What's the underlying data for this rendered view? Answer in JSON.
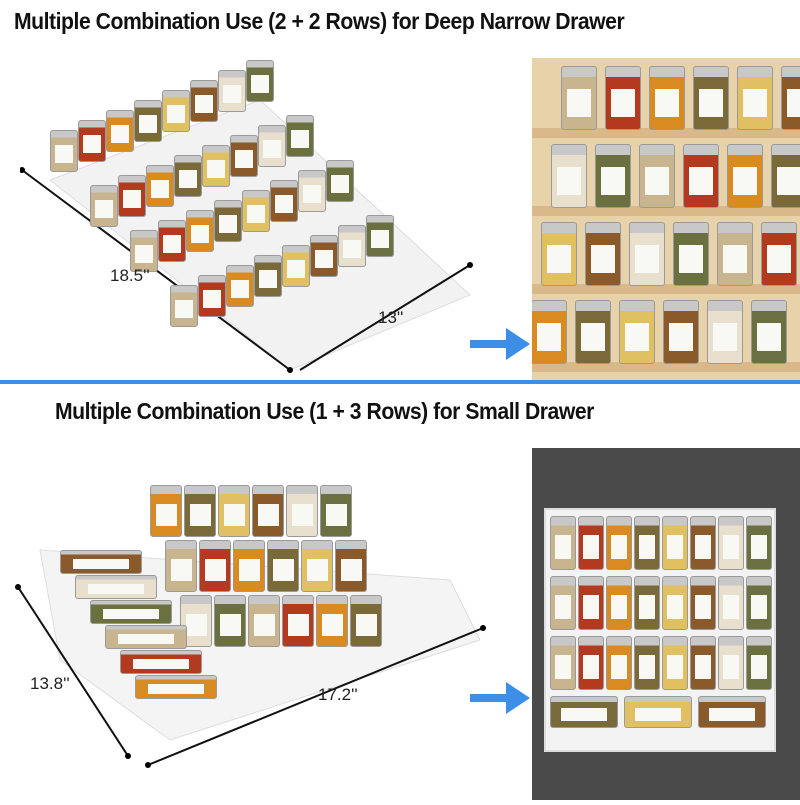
{
  "top_section": {
    "title": "Multiple Combination Use  (2 + 2 Rows) for Deep Narrow Drawer",
    "dimension_length": "18.5''",
    "dimension_width": "13''"
  },
  "bottom_section": {
    "title": "Multiple Combination Use  (1 + 3 Rows) for Small Drawer",
    "dimension_length": "17.2''",
    "dimension_width": "13.8''"
  },
  "colors": {
    "accent_blue": "#3d8ee6"
  },
  "icons": [
    "arrow-right-icon"
  ]
}
